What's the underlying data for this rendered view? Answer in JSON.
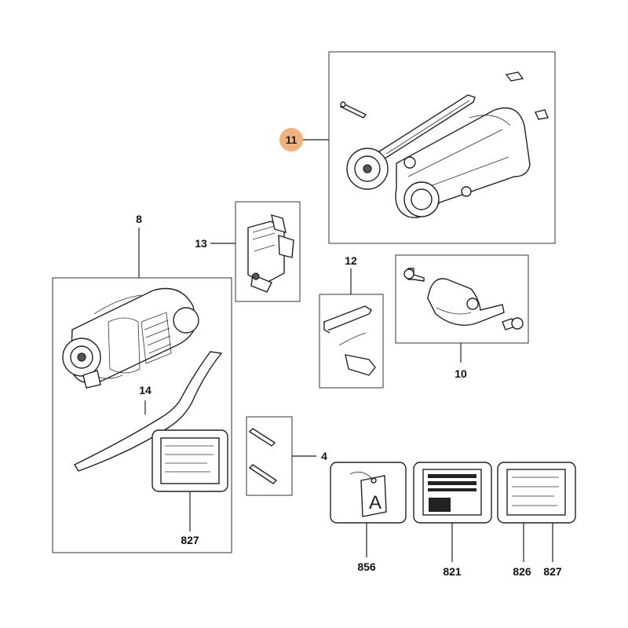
{
  "colors": {
    "highlight_badge": "#f3b27c",
    "ink": "#222222"
  },
  "parts": {
    "p11": "11",
    "p8": "8",
    "p13": "13",
    "p12": "12",
    "p10": "10",
    "p14": "14",
    "p4": "4",
    "p827_left": "827",
    "p856": "856",
    "p821": "821",
    "p826": "826",
    "p827_right": "827"
  },
  "tag_letter": "A"
}
